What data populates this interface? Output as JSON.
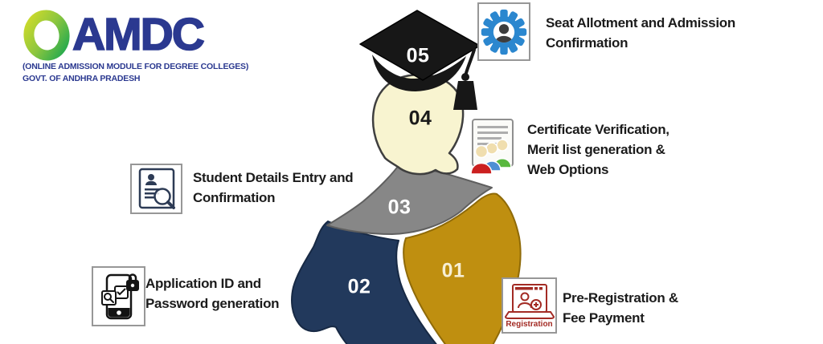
{
  "logo": {
    "o": "O",
    "rest": "AMDC",
    "line1": "(ONLINE ADMISSION MODULE FOR DEGREE COLLEGES)",
    "line2": "GOVT. OF ANDHRA PRADESH"
  },
  "steps": [
    {
      "number": "01",
      "label": "Pre-Registration &\nFee Payment",
      "icon": "registration-laptop-icon",
      "caption": "Registration"
    },
    {
      "number": "02",
      "label": "Application ID and\nPassword generation",
      "icon": "phone-security-icon"
    },
    {
      "number": "03",
      "label": "Student Details Entry and\nConfirmation",
      "icon": "document-search-icon"
    },
    {
      "number": "04",
      "label": "Certificate Verification,\nMerit list generation &\nWeb Options",
      "icon": "certificate-people-icon"
    },
    {
      "number": "05",
      "label": "Seat Allotment and Admission\nConfirmation",
      "icon": "gear-user-icon"
    }
  ],
  "colors": {
    "logo_blue": "#2b3990",
    "logo_green_start": "#cfdb2a",
    "logo_green_end": "#1fa84f",
    "segment_01_gold": "#bf8f10",
    "segment_02_navy": "#22395c",
    "segment_03_gray": "#878787",
    "segment_04_face": "#f8f4d0",
    "segment_05_cap": "#171717",
    "gear_blue": "#2b87cf",
    "registration_red": "#a32b24",
    "text_black": "#1b1b1b"
  }
}
